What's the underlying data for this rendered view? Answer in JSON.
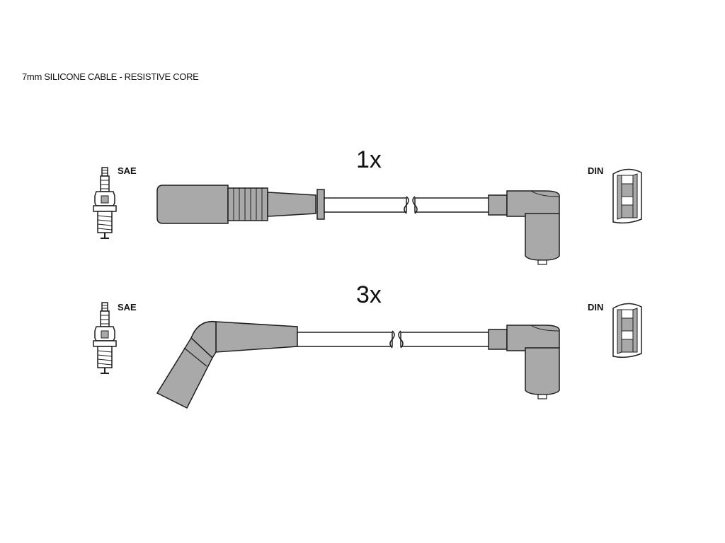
{
  "caption": "7mm SILICONE CABLE - RESISTIVE CORE",
  "leads": [
    {
      "quantity": "1x",
      "left_label": "SAE",
      "right_label": "DIN",
      "plug": "straight"
    },
    {
      "quantity": "3x",
      "left_label": "SAE",
      "right_label": "DIN",
      "plug": "angled"
    }
  ],
  "colors": {
    "boot_fill": "#a9a9a9",
    "stroke": "#1e1e1e",
    "background": "#ffffff"
  }
}
